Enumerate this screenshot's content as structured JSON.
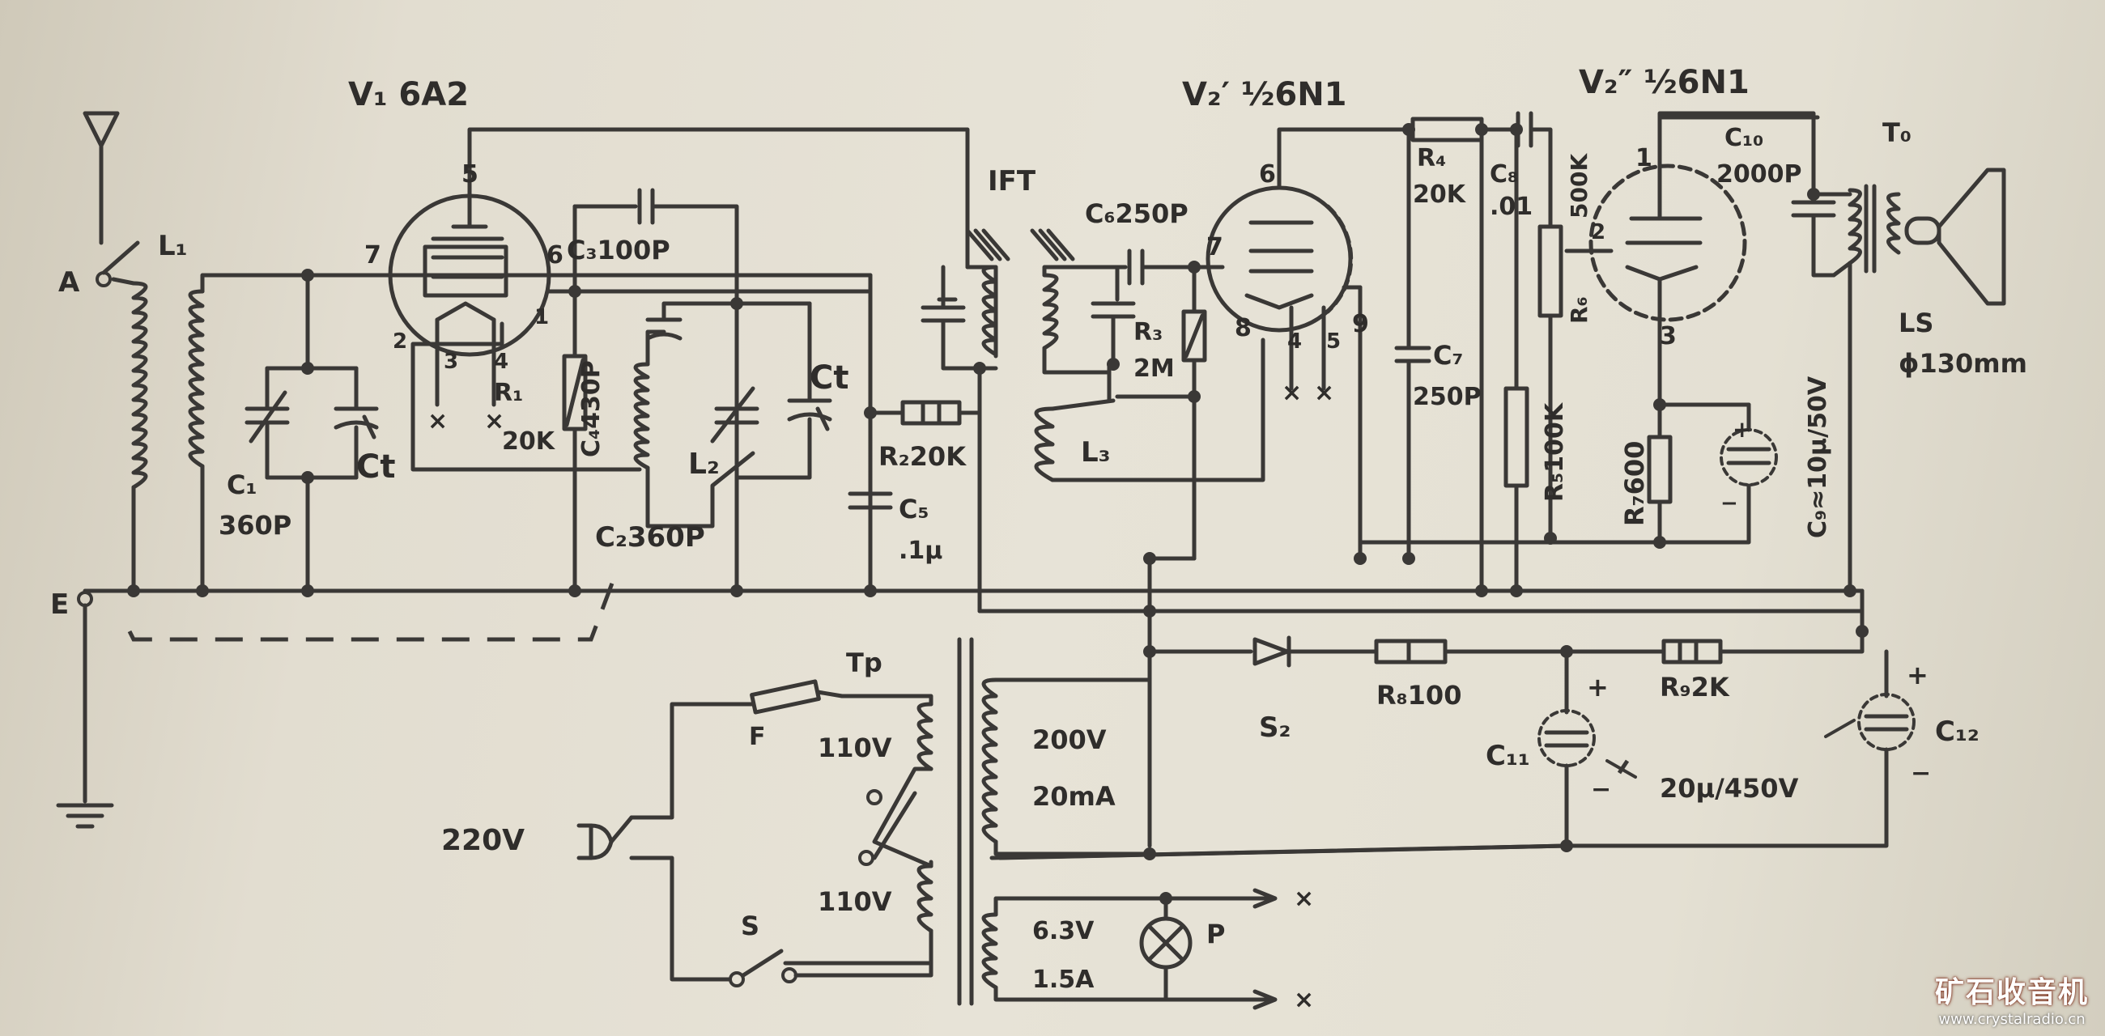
{
  "tubes": {
    "v1": "V₁ 6A2",
    "v2a": "V₂′ ½6N1",
    "v2b": "V₂″ ½6N1"
  },
  "pins": {
    "v1": [
      "5",
      "7",
      "6",
      "2",
      "3",
      "4",
      "1"
    ],
    "v2a": [
      "6",
      "7",
      "8",
      "4",
      "5",
      "9"
    ],
    "v2b": [
      "1",
      "2",
      "3"
    ]
  },
  "components": {
    "l1": "L₁",
    "c1": "C₁",
    "c1_val": "360P",
    "ct1": "Ct",
    "r1": "R₁",
    "r1_val": "20K",
    "c3": "C₃100P",
    "c4": "C₄430P",
    "l2": "L₂",
    "ct2": "Ct",
    "c2": "C₂360P",
    "ift": "IFT",
    "r2": "R₂20K",
    "c5": "C₅",
    "c5_val": ".1μ",
    "c6": "C₆250P",
    "r3": "R₃",
    "r3_val": "2M",
    "l3": "L₃",
    "r4": "R₄",
    "r4_val": "20K",
    "c8": "C₈",
    "c8_val": ".01",
    "c7": "C₇",
    "c7_val": "250P",
    "r5": "R₅100K",
    "r6": "R₆",
    "r6_val": "500K",
    "r7": "R₇600",
    "c9": "C₉≈10μ/50V",
    "c10": "C₁₀",
    "c10_val": "2000P",
    "to": "T₀",
    "ls": "LS",
    "ls_val": "ϕ130mm",
    "tp": "Tp",
    "f": "F",
    "sec_hv": "200V",
    "sec_hv_i": "20mA",
    "pri_a": "110V",
    "pri_b": "110V",
    "mains": "220V",
    "s": "S",
    "fil": "6.3V",
    "fil_i": "1.5A",
    "p": "P",
    "sz": "S₂",
    "r8": "R₈100",
    "r9": "R₉2K",
    "c11": "C₁₁",
    "c12": "C₁₂",
    "c11_12": "20μ/450V",
    "term_a": "A",
    "term_e": "E",
    "plus": "+",
    "minus": "−"
  },
  "watermark": {
    "title": "矿石收音机",
    "url": "www.crystalradio.cn"
  }
}
